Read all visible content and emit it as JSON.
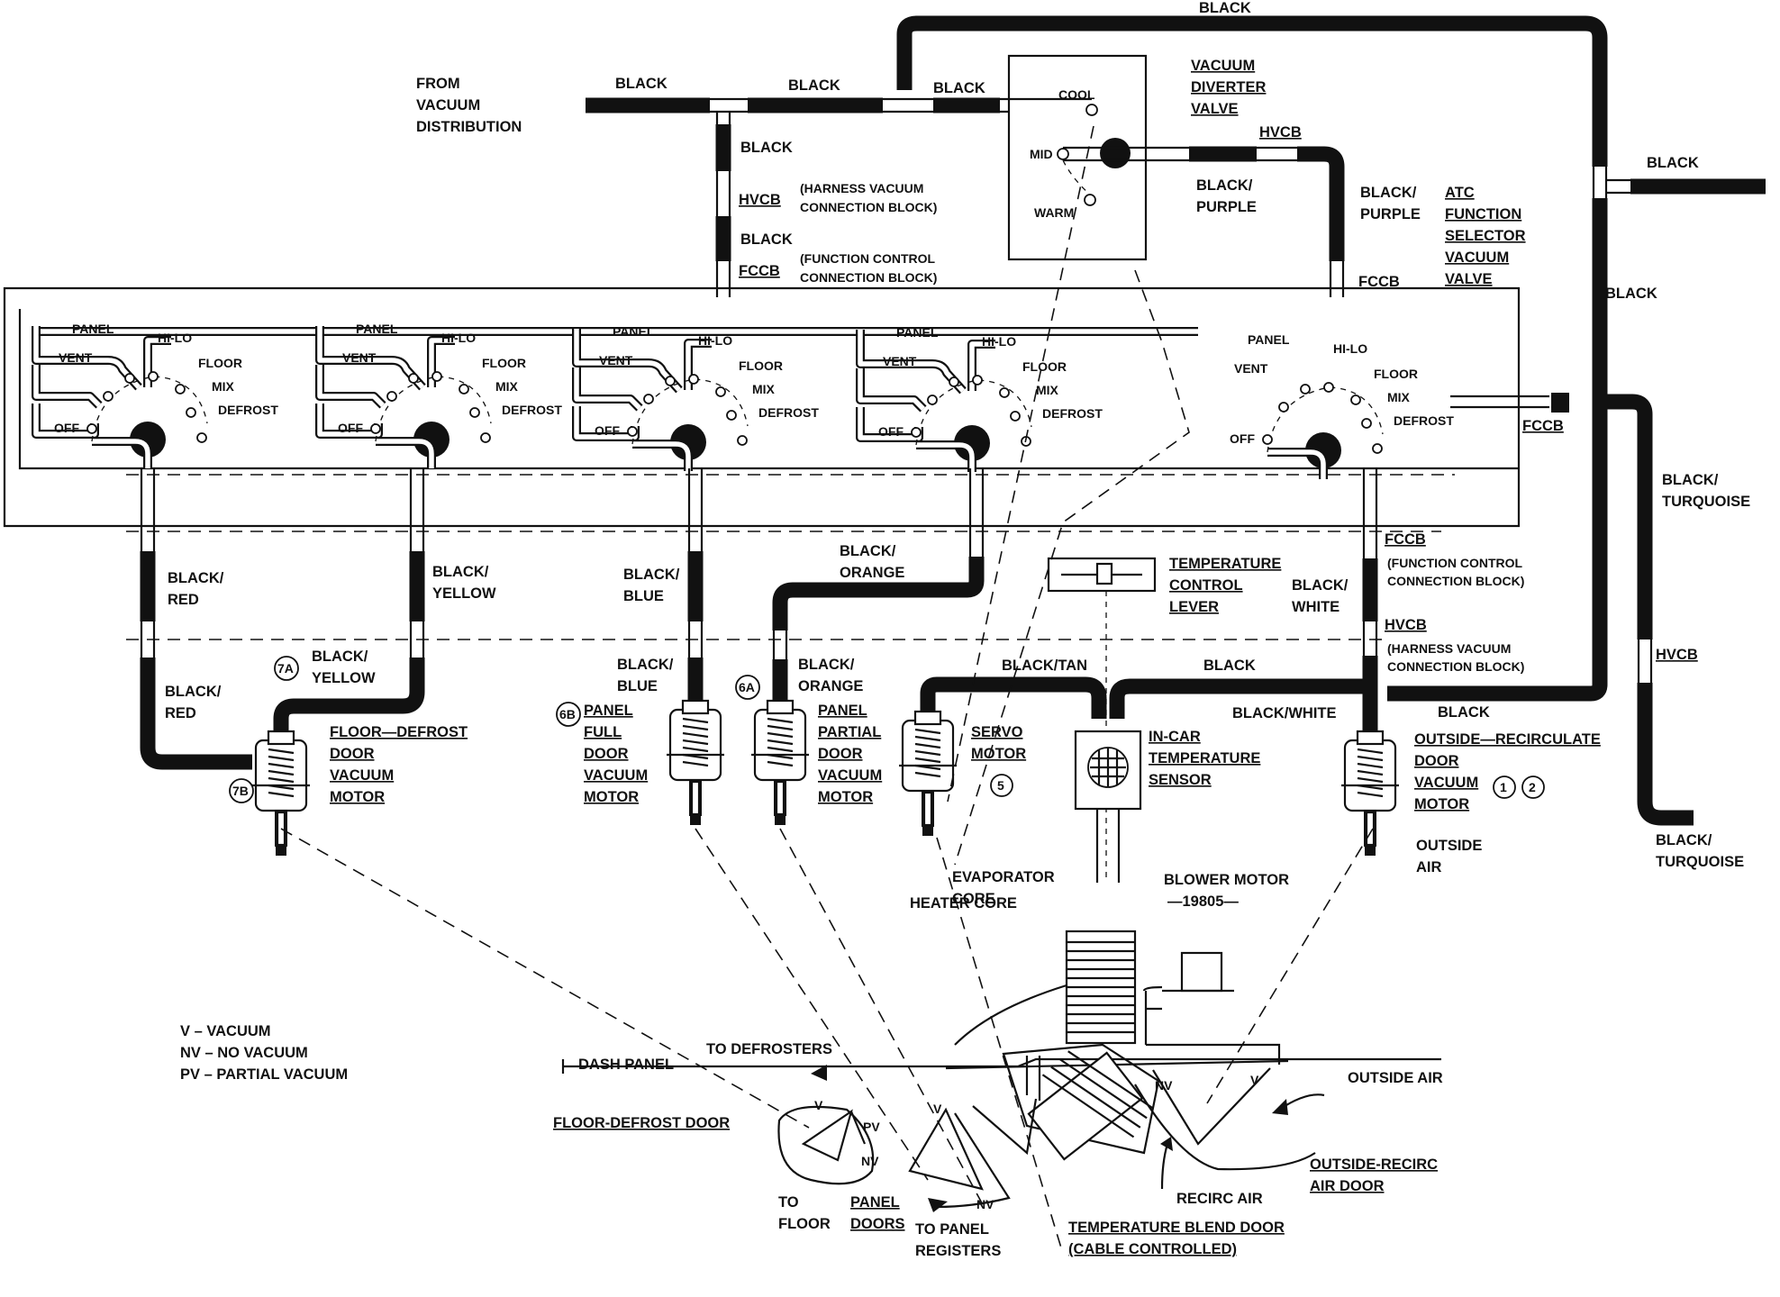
{
  "source": {
    "lines": [
      "FROM",
      "VACUUM",
      "DISTRIBUTION"
    ]
  },
  "hoses": {
    "black": "BLACK",
    "black_purple": [
      "BLACK/",
      "PURPLE"
    ],
    "black_red": [
      "BLACK/",
      "RED"
    ],
    "black_yellow": [
      "BLACK/",
      "YELLOW"
    ],
    "black_blue": [
      "BLACK/",
      "BLUE"
    ],
    "black_orange": [
      "BLACK/",
      "ORANGE"
    ],
    "black_white": [
      "BLACK/",
      "WHITE"
    ],
    "black_white_single": "BLACK/WHITE",
    "black_tan": "BLACK/TAN",
    "black_turquoise": [
      "BLACK/",
      "TURQUOISE"
    ]
  },
  "connection_blocks": {
    "hvcb": "HVCB",
    "fccb": "FCCB",
    "hvcb_desc": [
      "(HARNESS VACUUM",
      "CONNECTION BLOCK)"
    ],
    "fccb_desc": [
      "(FUNCTION CONTROL",
      "CONNECTION BLOCK)"
    ]
  },
  "diverter_valve": {
    "title": [
      "VACUUM",
      "DIVERTER",
      "VALVE"
    ],
    "cool": "COOL",
    "mid": "MID",
    "warm": "WARM"
  },
  "atc_selector": {
    "title": [
      "ATC",
      "FUNCTION",
      "SELECTOR",
      "VACUUM",
      "VALVE"
    ]
  },
  "selector_positions": {
    "panel": "PANEL",
    "vent": "VENT",
    "off": "OFF",
    "hilo": "HI-LO",
    "floor": "FLOOR",
    "mix": "MIX",
    "defrost": "DEFROST"
  },
  "temperature_lever": {
    "title": [
      "TEMPERATURE",
      "CONTROL",
      "LEVER"
    ]
  },
  "incar_sensor": {
    "title": [
      "IN-CAR",
      "TEMPERATURE",
      "SENSOR"
    ]
  },
  "motors": {
    "floor_defrost": [
      "FLOOR—DEFROST",
      "DOOR",
      "VACUUM",
      "MOTOR"
    ],
    "panel_full": [
      "PANEL",
      "FULL",
      "DOOR",
      "VACUUM",
      "MOTOR"
    ],
    "panel_partial": [
      "PANEL",
      "PARTIAL",
      "DOOR",
      "VACUUM",
      "MOTOR"
    ],
    "servo": [
      "SERVO",
      "MOTOR"
    ],
    "outside_recirc": [
      "OUTSIDE—RECIRCULATE",
      "DOOR",
      "VACUUM",
      "MOTOR"
    ]
  },
  "callouts": {
    "c7a": "7A",
    "c7b": "7B",
    "c6b": "6B",
    "c6a": "6A",
    "c5": "5",
    "c1": "1",
    "c2": "2"
  },
  "housing": {
    "outside_air_top": [
      "OUTSIDE",
      "AIR"
    ],
    "heater_core": "HEATER CORE",
    "evaporator_core": [
      "EVAPORATOR",
      "CORE"
    ],
    "blower_motor": [
      "BLOWER MOTOR",
      "—19805—"
    ],
    "to_defrosters": "TO DEFROSTERS",
    "dash_panel": "DASH PANEL",
    "outside_air": "OUTSIDE AIR",
    "floor_defrost_door": "FLOOR-DEFROST DOOR",
    "to_floor": [
      "TO",
      "FLOOR"
    ],
    "panel_doors": [
      "PANEL",
      "DOORS"
    ],
    "to_panel_registers": [
      "TO PANEL",
      "REGISTERS"
    ],
    "temp_blend_door": [
      "TEMPERATURE BLEND DOOR",
      "(CABLE CONTROLLED)"
    ],
    "recirc_air": "RECIRC AIR",
    "outside_recirc_air_door": [
      "OUTSIDE-RECIRC",
      "AIR DOOR"
    ]
  },
  "door_marks": {
    "v": "V",
    "pv": "PV",
    "nv": "NV"
  },
  "legend": {
    "v": "V – VACUUM",
    "nv": "NV – NO VACUUM",
    "pv": "PV – PARTIAL VACUUM"
  }
}
